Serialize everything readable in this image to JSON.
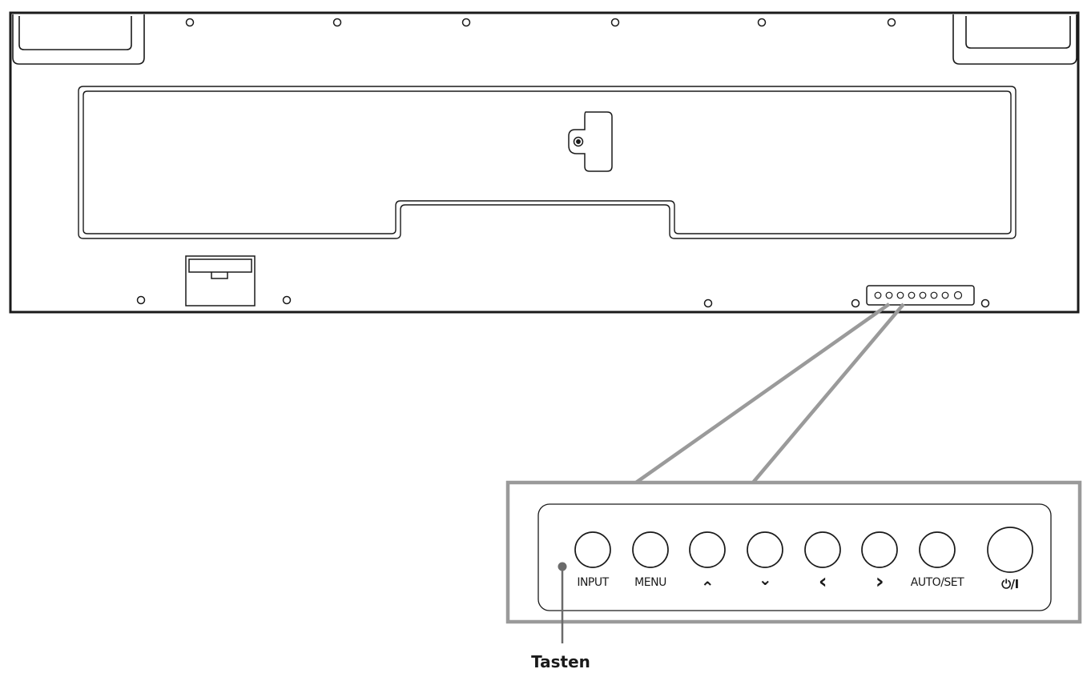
{
  "panel_buttons": [
    {
      "id": "input",
      "label": "INPUT"
    },
    {
      "id": "menu",
      "label": "MENU"
    },
    {
      "id": "up",
      "label": "⌃"
    },
    {
      "id": "down",
      "label": "⌄"
    },
    {
      "id": "left",
      "label": "‹"
    },
    {
      "id": "right",
      "label": "›"
    },
    {
      "id": "auto-set",
      "label": "AUTO/SET"
    },
    {
      "id": "power",
      "label": "⏻/I"
    }
  ],
  "callout": {
    "label": "Tasten"
  },
  "colors": {
    "line": "#1a1a1a",
    "callout": "#9a9a9a",
    "dot": "#6b6b6b"
  }
}
